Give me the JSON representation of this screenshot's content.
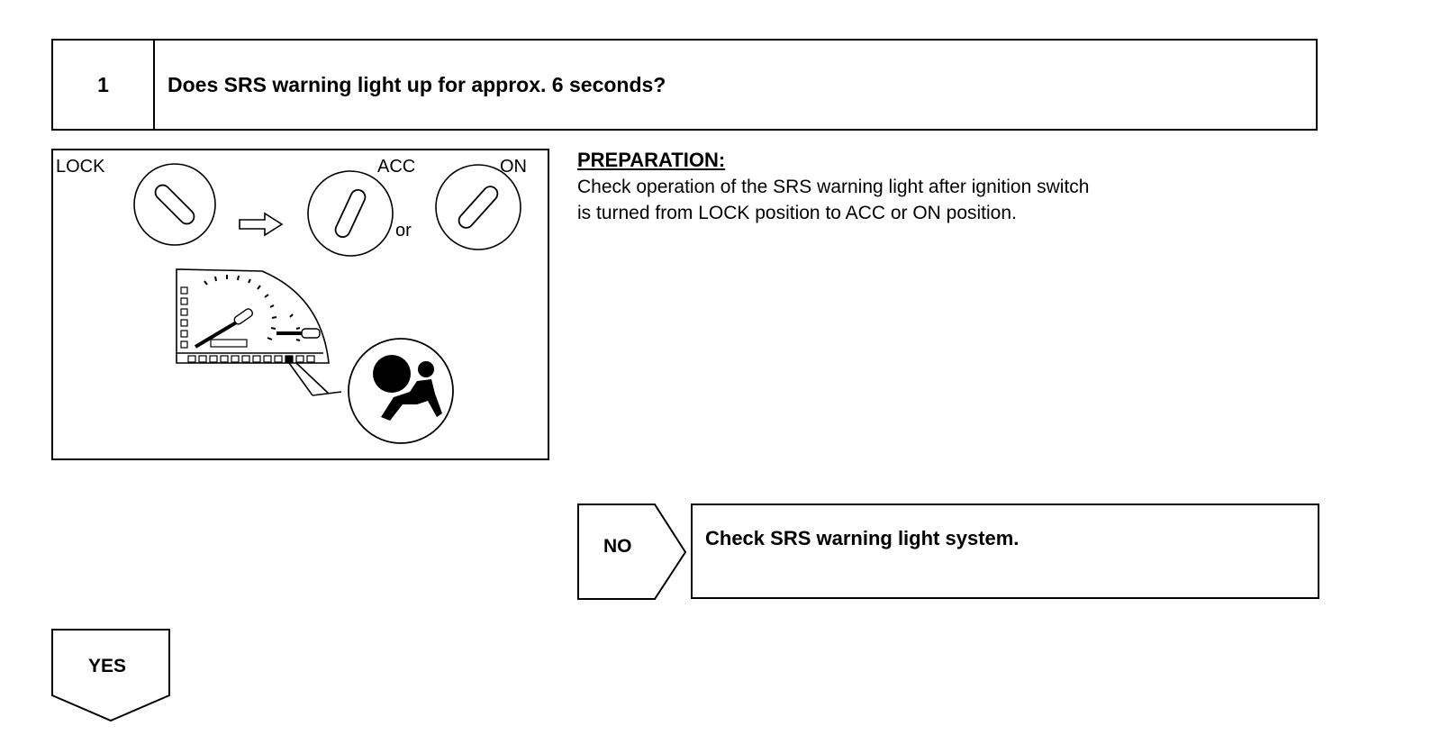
{
  "step": {
    "number": "1",
    "question": "Does SRS warning light up for approx. 6 seconds?"
  },
  "figure": {
    "labels": {
      "lock": "LOCK",
      "acc": "ACC",
      "on": "ON",
      "or": "or"
    },
    "icons": [
      "ignition-key-lock-icon",
      "arrow-right-icon",
      "ignition-key-acc-icon",
      "ignition-key-on-icon",
      "instrument-cluster-icon",
      "srs-airbag-warning-icon"
    ]
  },
  "preparation": {
    "title": "PREPARATION:",
    "text_line1": "Check operation of the SRS warning light after ignition switch",
    "text_line2": "is turned from LOCK position to ACC or ON position."
  },
  "no_branch": {
    "label": "NO",
    "action": "Check SRS warning light system."
  },
  "yes_branch": {
    "label": "YES"
  }
}
